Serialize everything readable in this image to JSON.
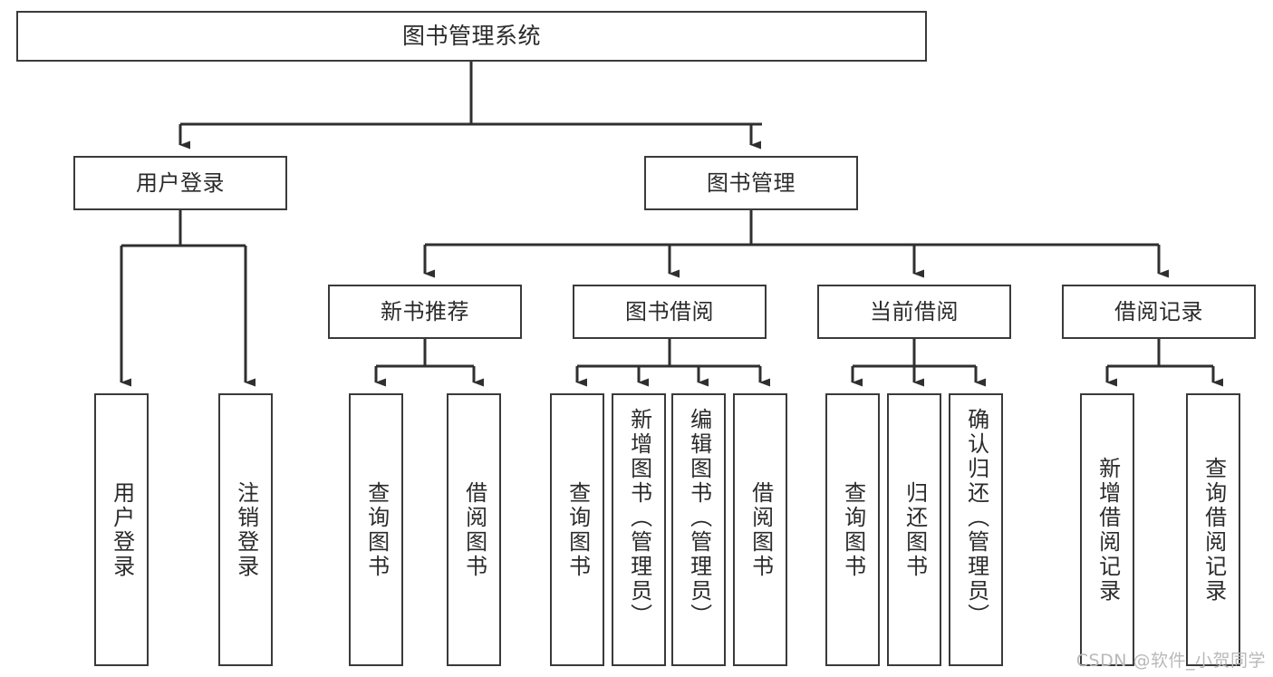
{
  "diagram": {
    "type": "tree-hierarchy-chart",
    "title": "图书管理系统",
    "colors": {
      "box_border": "#3a3a3a",
      "box_fill": "#ffffff",
      "connector": "#2f2f2f",
      "text": "#2b2b2b",
      "watermark": "#b9b9b9",
      "background": "#ffffff"
    },
    "nodes": {
      "root": {
        "label": "图书管理系统"
      },
      "level2": [
        {
          "label": "用户登录"
        },
        {
          "label": "图书管理"
        }
      ],
      "level3": [
        {
          "label": "新书推荐"
        },
        {
          "label": "图书借阅"
        },
        {
          "label": "当前借阅"
        },
        {
          "label": "借阅记录"
        }
      ],
      "leaves": {
        "user_login": [
          {
            "label": "用户登录"
          },
          {
            "label": "注销登录"
          }
        ],
        "new_book_recommend": [
          {
            "label": "查询图书"
          },
          {
            "label": "借阅图书"
          }
        ],
        "book_borrow": [
          {
            "label": "查询图书"
          },
          {
            "label": "新增图书（管理员）"
          },
          {
            "label": "编辑图书（管理员）"
          },
          {
            "label": "借阅图书"
          }
        ],
        "current_borrow": [
          {
            "label": "查询图书"
          },
          {
            "label": "归还图书"
          },
          {
            "label": "确认归还（管理员）"
          }
        ],
        "borrow_record": [
          {
            "label": "新增借阅记录"
          },
          {
            "label": "查询借阅记录"
          }
        ]
      }
    },
    "watermark": "CSDN @软件_小贺同学"
  }
}
